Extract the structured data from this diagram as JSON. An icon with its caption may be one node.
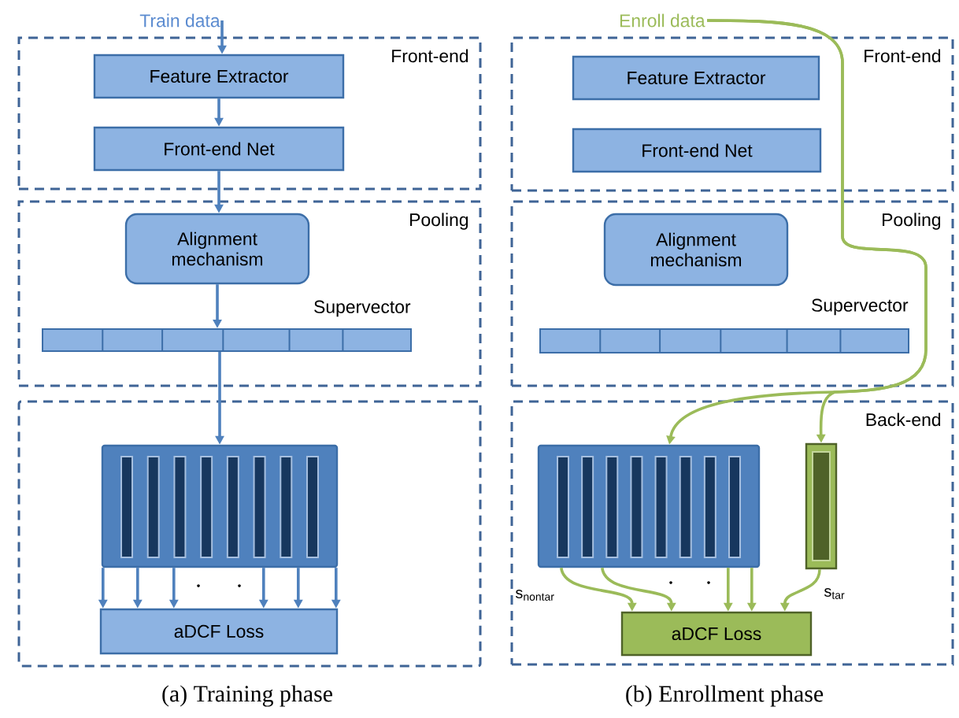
{
  "diagram": {
    "nodes": [
      {
        "text": [
          "Train data"
        ]
      },
      {
        "text": [
          "Front-end"
        ]
      },
      {
        "text": [
          "Feature Extractor"
        ],
        "in": 1
      },
      {
        "text": [
          "Front-end Net"
        ],
        "in": 1
      },
      {
        "text": [
          "Pooling"
        ]
      },
      {
        "text": [
          "Alignment mechanism"
        ],
        "in": 4
      },
      {
        "text": [],
        "shape": "bar",
        "in": 4,
        "beside": [
          "Supervector"
        ]
      },
      {
        "text": [],
        "shape": "box"
      },
      {
        "text": [],
        "shape": "box",
        "in": 7
      },
      {
        "text": [
          "aDCF Loss"
        ],
        "in": 7
      },
      {
        "text": [
          "Enroll data"
        ]
      },
      {
        "text": [
          "Front-end"
        ]
      },
      {
        "text": [
          "Feature Extractor"
        ],
        "in": 11
      },
      {
        "text": [
          "Front-end Net"
        ],
        "in": 11
      },
      {
        "text": [
          "Pooling"
        ]
      },
      {
        "text": [
          "Alignment mechanism"
        ],
        "in": 14
      },
      {
        "text": [],
        "shape": "bar",
        "in": 14,
        "beside": [
          "Supervector"
        ]
      },
      {
        "text": [
          "Back-end"
        ]
      },
      {
        "text": [],
        "shape": "box",
        "in": 17
      },
      {
        "text": [],
        "shape": "bar",
        "in": 17
      },
      {
        "text": [
          "aDCF Loss"
        ],
        "in": 17
      }
    ],
    "edges": [
      {
        "from": 0,
        "to": 2,
        "arrow": "to"
      },
      {
        "from": 2,
        "to": 3,
        "arrow": "to"
      },
      {
        "from": 3,
        "to": 5,
        "arrow": "to"
      },
      {
        "from": 5,
        "to": 6,
        "arrow": "to"
      },
      {
        "from": 6,
        "to": 8,
        "arrow": "to"
      },
      {
        "from": 8,
        "to": 9,
        "arrow": "to"
      },
      {
        "from": 8,
        "to": 9,
        "arrow": "to"
      },
      {
        "from": 8,
        "to": 9,
        "arrow": "to"
      },
      {
        "from": 8,
        "to": 9,
        "arrow": "to"
      },
      {
        "from": 8,
        "to": 9,
        "arrow": "to"
      },
      {
        "from": 8,
        "to": 9,
        "arrow": "to"
      },
      {
        "from": 10,
        "to": 18,
        "arrow": "to",
        "color": "#9bbb59"
      },
      {
        "from": 10,
        "to": 19,
        "arrow": "to",
        "color": "#9bbb59"
      },
      {
        "from": 18,
        "to": 20,
        "arrow": "to",
        "color": "#9bbb59"
      },
      {
        "from": 18,
        "to": 20,
        "arrow": "to",
        "color": "#9bbb59"
      },
      {
        "from": 18,
        "to": 20,
        "arrow": "to",
        "color": "#9bbb59"
      },
      {
        "from": 18,
        "to": 20,
        "arrow": "to",
        "color": "#9bbb59"
      },
      {
        "from": 19,
        "to": 20,
        "arrow": "to",
        "color": "#9bbb59"
      }
    ],
    "labels": [
      "s$_{nontar}$",
      "s$_{tar}$",
      "(a) Training phase",
      "(b) Enrollment phase"
    ]
  }
}
